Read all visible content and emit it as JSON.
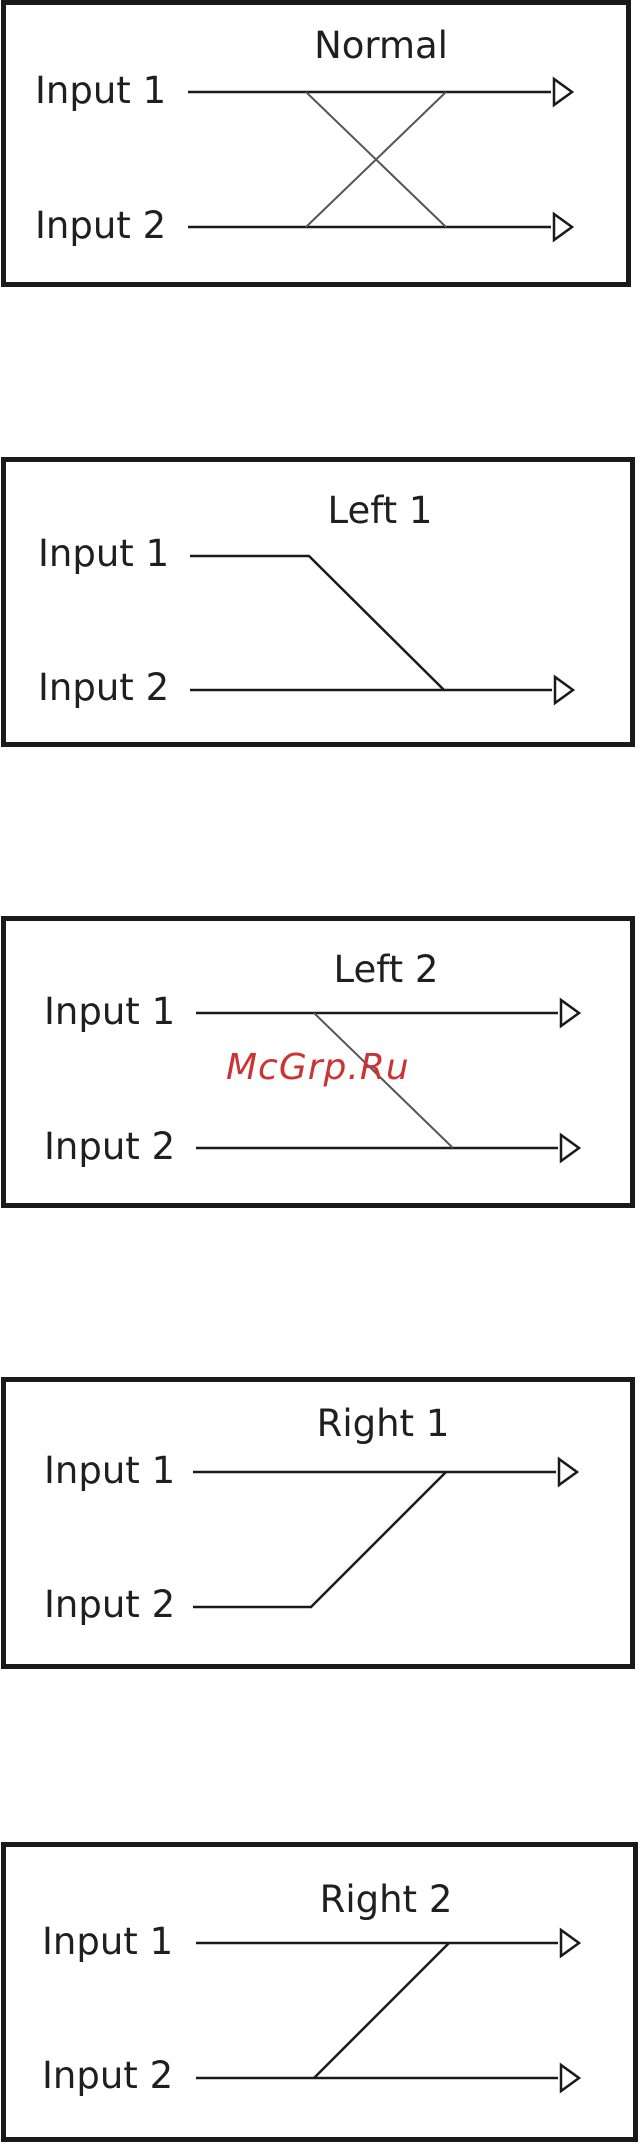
{
  "diagrams": [
    {
      "title": "Normal",
      "input1": "Input 1",
      "input2": "Input 2"
    },
    {
      "title": "Left 1",
      "input1": "Input 1",
      "input2": "Input 2"
    },
    {
      "title": "Left 2",
      "input1": "Input 1",
      "input2": "Input 2"
    },
    {
      "title": "Right 1",
      "input1": "Input 1",
      "input2": "Input 2"
    },
    {
      "title": "Right 2",
      "input1": "Input 1",
      "input2": "Input 2"
    }
  ],
  "watermark": "McGrp.Ru",
  "colors": {
    "border": "#1a1a1a",
    "line": "#1a1a1a",
    "watermark": "#cc3333"
  }
}
